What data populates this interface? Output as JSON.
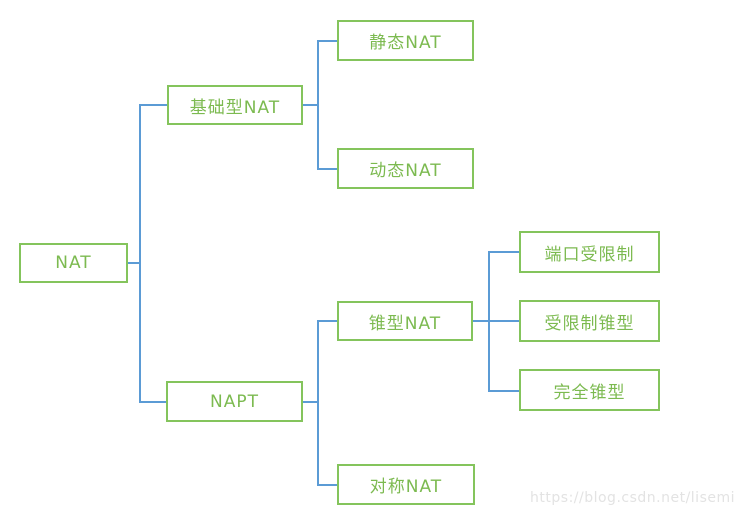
{
  "colors": {
    "background": "#ffffff",
    "node_border": "#84c45c",
    "node_text": "#7cba50",
    "connector": "#5b9bd5",
    "watermark": "#e3e3e3"
  },
  "tree": {
    "label": "NAT",
    "children": [
      {
        "label": "基础型NAT",
        "children": [
          {
            "label": "静态NAT"
          },
          {
            "label": "动态NAT"
          }
        ]
      },
      {
        "label": "NAPT",
        "children": [
          {
            "label": "锥型NAT",
            "children": [
              {
                "label": "端口受限制"
              },
              {
                "label": "受限制锥型"
              },
              {
                "label": "完全锥型"
              }
            ]
          },
          {
            "label": "对称NAT"
          }
        ]
      }
    ]
  },
  "watermark": {
    "text": "https://blog.csdn.net/lisemi"
  }
}
